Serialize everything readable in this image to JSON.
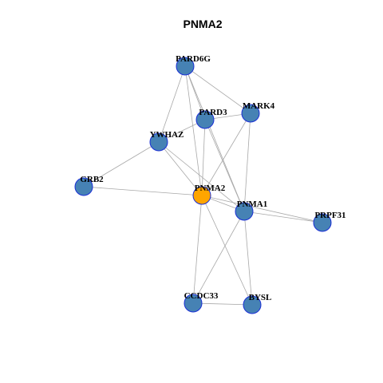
{
  "title": "PNMA2",
  "colors": {
    "node": "#4682b4",
    "center": "#ffa500",
    "border": "#1a2fd6",
    "edge": "#a8a8a8"
  },
  "nodes": [
    {
      "id": "PARD6G",
      "label": "PARD6G",
      "center": false
    },
    {
      "id": "PARD3",
      "label": "PARD3",
      "center": false
    },
    {
      "id": "MARK4",
      "label": "MARK4",
      "center": false
    },
    {
      "id": "YWHAZ",
      "label": "YWHAZ",
      "center": false
    },
    {
      "id": "GRB2",
      "label": "GRB2",
      "center": false
    },
    {
      "id": "PNMA2",
      "label": "PNMA2",
      "center": true
    },
    {
      "id": "PNMA1",
      "label": "PNMA1",
      "center": false
    },
    {
      "id": "PRPF31",
      "label": "PRPF31",
      "center": false
    },
    {
      "id": "CCDC33",
      "label": "CCDC33",
      "center": false
    },
    {
      "id": "BYSL",
      "label": "BYSL",
      "center": false
    }
  ],
  "edges": [
    [
      "PARD6G",
      "PARD3"
    ],
    [
      "PARD6G",
      "MARK4"
    ],
    [
      "PARD6G",
      "YWHAZ"
    ],
    [
      "PARD6G",
      "PNMA2"
    ],
    [
      "PARD6G",
      "PNMA1"
    ],
    [
      "PARD3",
      "MARK4"
    ],
    [
      "PARD3",
      "YWHAZ"
    ],
    [
      "PARD3",
      "PNMA2"
    ],
    [
      "PARD3",
      "PNMA1"
    ],
    [
      "MARK4",
      "PNMA2"
    ],
    [
      "MARK4",
      "PNMA1"
    ],
    [
      "YWHAZ",
      "GRB2"
    ],
    [
      "YWHAZ",
      "PNMA2"
    ],
    [
      "YWHAZ",
      "PNMA1"
    ],
    [
      "GRB2",
      "PNMA2"
    ],
    [
      "PNMA2",
      "PNMA1"
    ],
    [
      "PNMA2",
      "PRPF31"
    ],
    [
      "PNMA2",
      "CCDC33"
    ],
    [
      "PNMA2",
      "BYSL"
    ],
    [
      "PNMA1",
      "PRPF31"
    ],
    [
      "PNMA1",
      "CCDC33"
    ],
    [
      "PNMA1",
      "BYSL"
    ],
    [
      "CCDC33",
      "BYSL"
    ]
  ]
}
